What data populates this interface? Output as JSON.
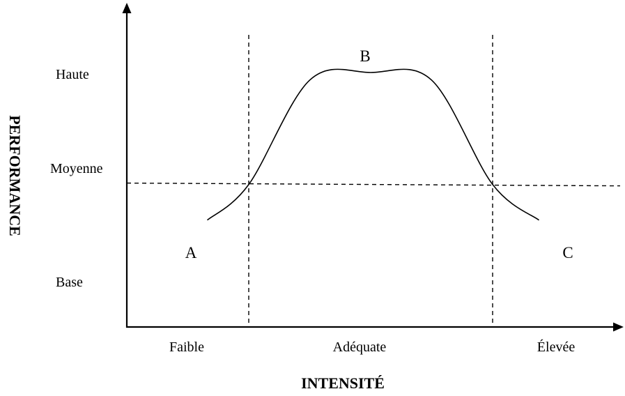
{
  "chart_data": {
    "type": "line",
    "title": "",
    "xlabel": "INTENSITÉ",
    "ylabel": "PERFORMANCE",
    "x_categories": [
      "Faible",
      "Adéquate",
      "Élevée"
    ],
    "y_categories": [
      "Base",
      "Moyenne",
      "Haute"
    ],
    "regions": [
      {
        "label": "A",
        "category": "Faible"
      },
      {
        "label": "B",
        "category": "Adéquate"
      },
      {
        "label": "C",
        "category": "Élevée"
      }
    ],
    "reference_lines": [
      {
        "orientation": "horizontal",
        "at": "Moyenne",
        "style": "dashed"
      },
      {
        "orientation": "vertical",
        "at_x": 1,
        "style": "dashed"
      },
      {
        "orientation": "vertical",
        "at_x": 3,
        "style": "dashed"
      }
    ],
    "series": [
      {
        "x": [
          0.66,
          1.0,
          1.5,
          2.0,
          2.5,
          3.0,
          3.38
        ],
        "y": [
          0.42,
          0.56,
          0.97,
          1.0,
          0.97,
          0.56,
          0.42
        ]
      }
    ],
    "xlim": [
      0,
      4
    ],
    "ylim": [
      0,
      1.5
    ],
    "grid": false,
    "legend": false,
    "colors": {
      "line": "#000000",
      "background": "#ffffff"
    }
  }
}
